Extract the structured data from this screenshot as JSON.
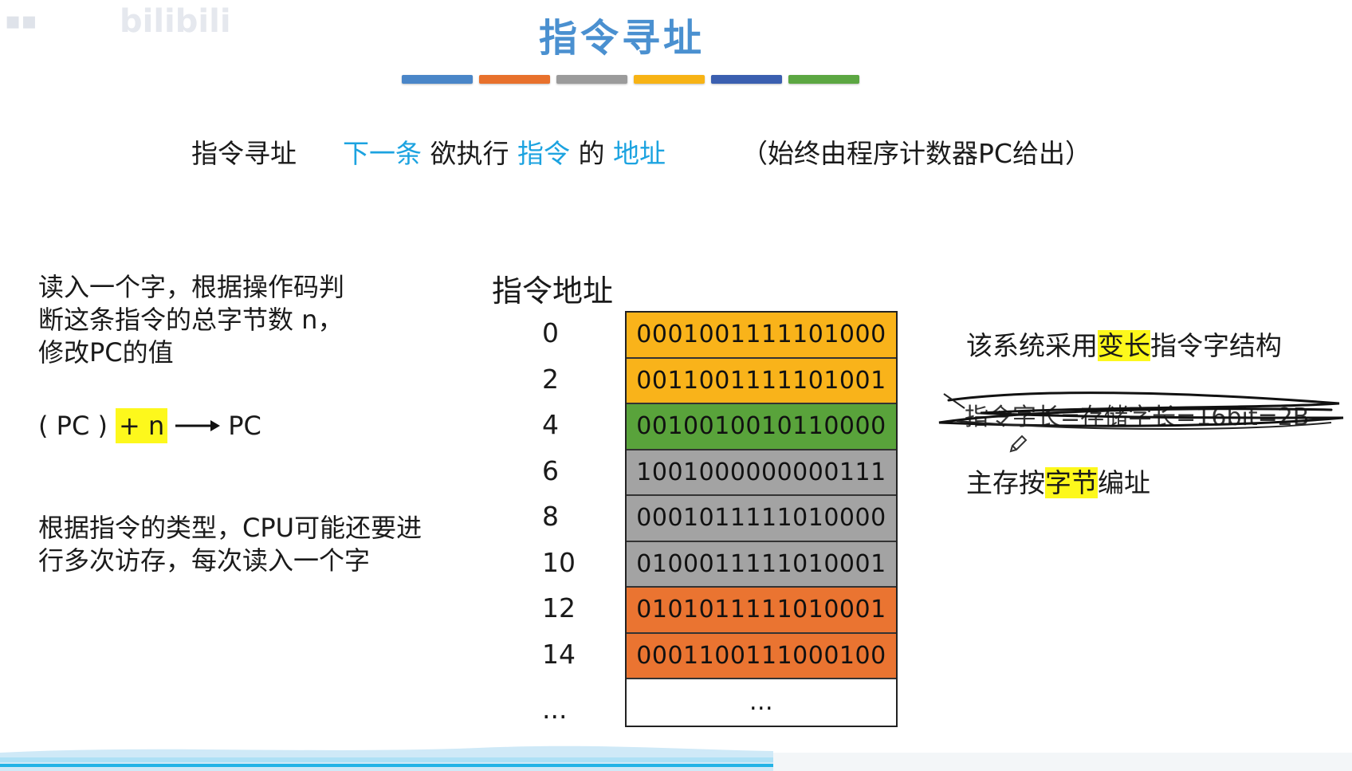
{
  "watermark": {
    "text": "bilibili"
  },
  "slide": {
    "title": "指令寻址",
    "divider_colors": [
      "#4a86c8",
      "#e8712c",
      "#9b9b9b",
      "#f7b315",
      "#3b5fb0",
      "#5ca742"
    ]
  },
  "definition": {
    "label": "指令寻址",
    "p1": "下一条",
    "p2": "欲执行",
    "p3": "指令",
    "p4": "的",
    "p5": "地址",
    "note": "（始终由程序计数器PC给出）"
  },
  "left": {
    "para1": [
      "读入一个字，根据操作码判",
      "断这条指令的总字节数 n，",
      "修改PC的值"
    ],
    "formula": {
      "pc_open": "( PC )",
      "plus_n": "+ n",
      "pc_result": "PC"
    },
    "para2": [
      "根据指令的类型，CPU可能还要进",
      "行多次访存，每次读入一个字"
    ]
  },
  "memory": {
    "address_title": "指令地址",
    "addresses": [
      "0",
      "2",
      "4",
      "6",
      "8",
      "10",
      "12",
      "14",
      "..."
    ],
    "cells": [
      {
        "value": "0001001111101000",
        "color": "#f9b31a"
      },
      {
        "value": "0011001111101001",
        "color": "#f9b31a"
      },
      {
        "value": "0010010010110000",
        "color": "#59a33b"
      },
      {
        "value": "1001000000000111",
        "color": "#a3a3a3"
      },
      {
        "value": "0001011111010000",
        "color": "#a3a3a3"
      },
      {
        "value": "0100011111010001",
        "color": "#a3a3a3"
      },
      {
        "value": "0101011111010001",
        "color": "#ea7431"
      },
      {
        "value": "0001100111000100",
        "color": "#ea7431"
      },
      {
        "value": "...",
        "color": "#ffffff"
      }
    ]
  },
  "right": {
    "note1_a": "该系统采用",
    "note1_hl": "变长",
    "note1_b": "指令字结构",
    "struck": "指令字长=存储字长=16bit=2B",
    "note2_a": "主存按",
    "note2_hl": "字节",
    "note2_b": "编址"
  },
  "icons": {
    "pencil": "pencil-icon"
  }
}
